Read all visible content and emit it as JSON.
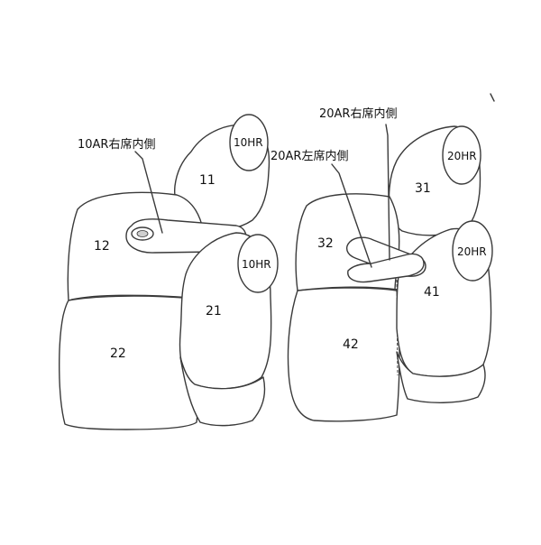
{
  "left_group": {
    "callout": "10AR右席内側",
    "part_11": "11",
    "part_12": "12",
    "part_21": "21",
    "part_22": "22",
    "headrest_upper": "10HR",
    "headrest_lower": "10HR"
  },
  "right_group": {
    "callout_right_inner": "20AR右席内側",
    "callout_left_inner": "20AR左席内側",
    "part_31": "31",
    "part_32": "32",
    "part_41": "41",
    "part_42": "42",
    "headrest_upper": "20HR",
    "headrest_lower": "20HR"
  },
  "colors": {
    "outline": "#3a3a3a",
    "background": "#ffffff"
  }
}
